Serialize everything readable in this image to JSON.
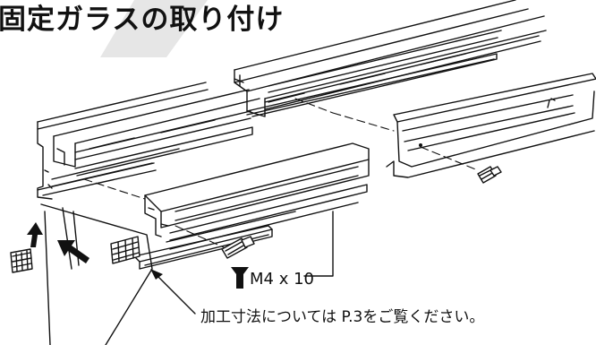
{
  "title": "固定ガラスの取り付け",
  "labels": {
    "screw_spec": "M4 x 10",
    "reference_note": "加工寸法については P.3をご覧ください。"
  },
  "colors": {
    "ink": "#111111",
    "watermark": "#e4e4e4",
    "background": "#ffffff"
  },
  "icons": {
    "screw_symbol": "countersunk-screw-symbol",
    "arrows": "direction-arrow"
  }
}
